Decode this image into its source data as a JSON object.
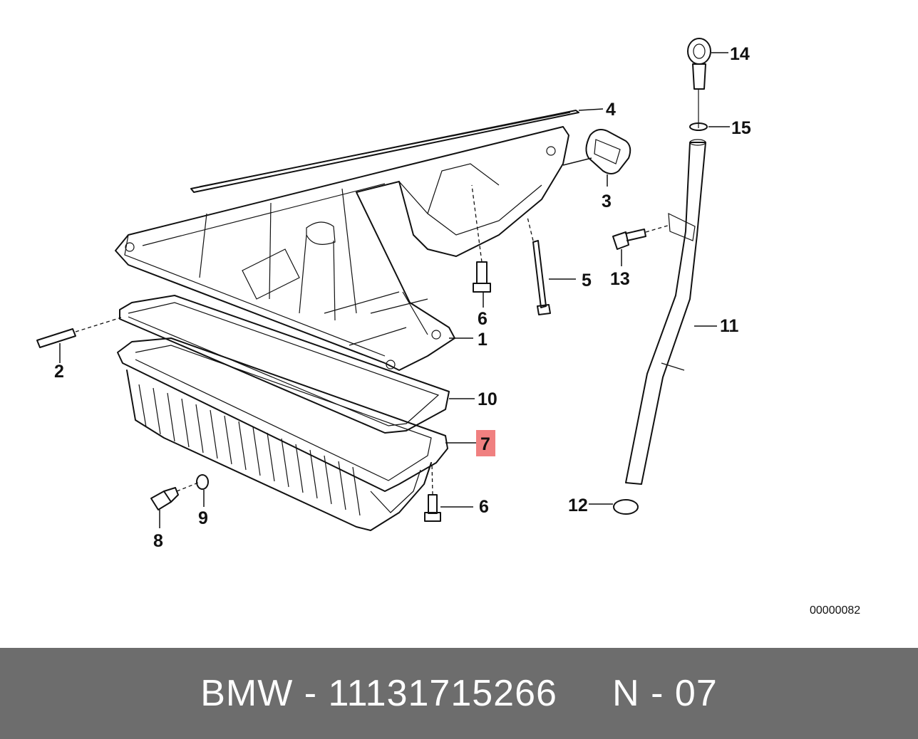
{
  "diagram": {
    "callouts": [
      {
        "label": "1"
      },
      {
        "label": "2"
      },
      {
        "label": "3"
      },
      {
        "label": "4"
      },
      {
        "label": "5"
      },
      {
        "label": "6"
      },
      {
        "label": "6"
      },
      {
        "label": "7"
      },
      {
        "label": "8"
      },
      {
        "label": "9"
      },
      {
        "label": "10"
      },
      {
        "label": "11"
      },
      {
        "label": "12"
      },
      {
        "label": "13"
      },
      {
        "label": "14"
      },
      {
        "label": "15"
      }
    ],
    "highlighted_label": "7",
    "highlight_color": "#f08080",
    "diagram_id": "00000082"
  },
  "footer": {
    "text": "BMW - 11131715266     N - 07",
    "background": "#6d6d6d",
    "text_color": "#ffffff"
  }
}
